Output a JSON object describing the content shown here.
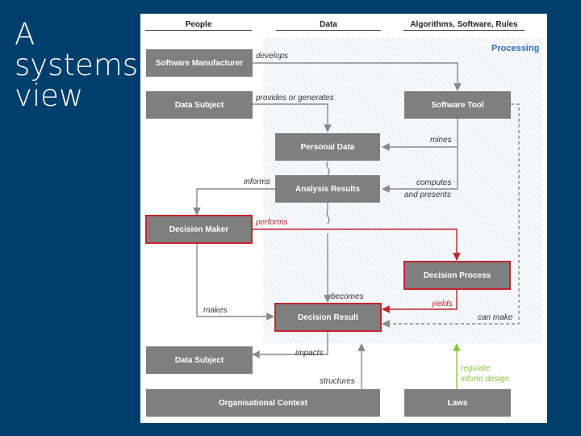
{
  "slide": {
    "title_lines": [
      "A",
      "systems",
      "view"
    ]
  },
  "colors": {
    "background": "#003e6b",
    "box": "#7f7f7f",
    "red": "#c0262c",
    "green": "#8cc63f",
    "processing": "#2f6fb5",
    "line": "#8a8a8a"
  },
  "columns": {
    "people": "People",
    "data": "Data",
    "algorithms": "Algorithms, Software, Rules"
  },
  "processing_label": "Processing",
  "boxes": {
    "software_manufacturer": "Software Manufacturer",
    "data_subject_top": "Data Subject",
    "software_tool": "Software Tool",
    "personal_data": "Personal Data",
    "analysis_results": "Analysis Results",
    "decision_maker": "Decision Maker",
    "decision_process": "Decision Process",
    "decision_result": "Decision Result",
    "data_subject_bottom": "Data Subject",
    "organisational_context": "Organisational Context",
    "laws": "Laws"
  },
  "labels": {
    "develops": "develops",
    "provides_or_generates": "provides or generates",
    "mines": "mines",
    "informs": "informs",
    "computes": "computes",
    "and_presents": "and presents",
    "performs": "performs",
    "becomes": "becomes",
    "makes": "makes",
    "yields": "yields",
    "can_make": "can make",
    "impacts": "impacts",
    "structures": "structures",
    "regulate": "regulate;",
    "inform_design": "inform design"
  }
}
